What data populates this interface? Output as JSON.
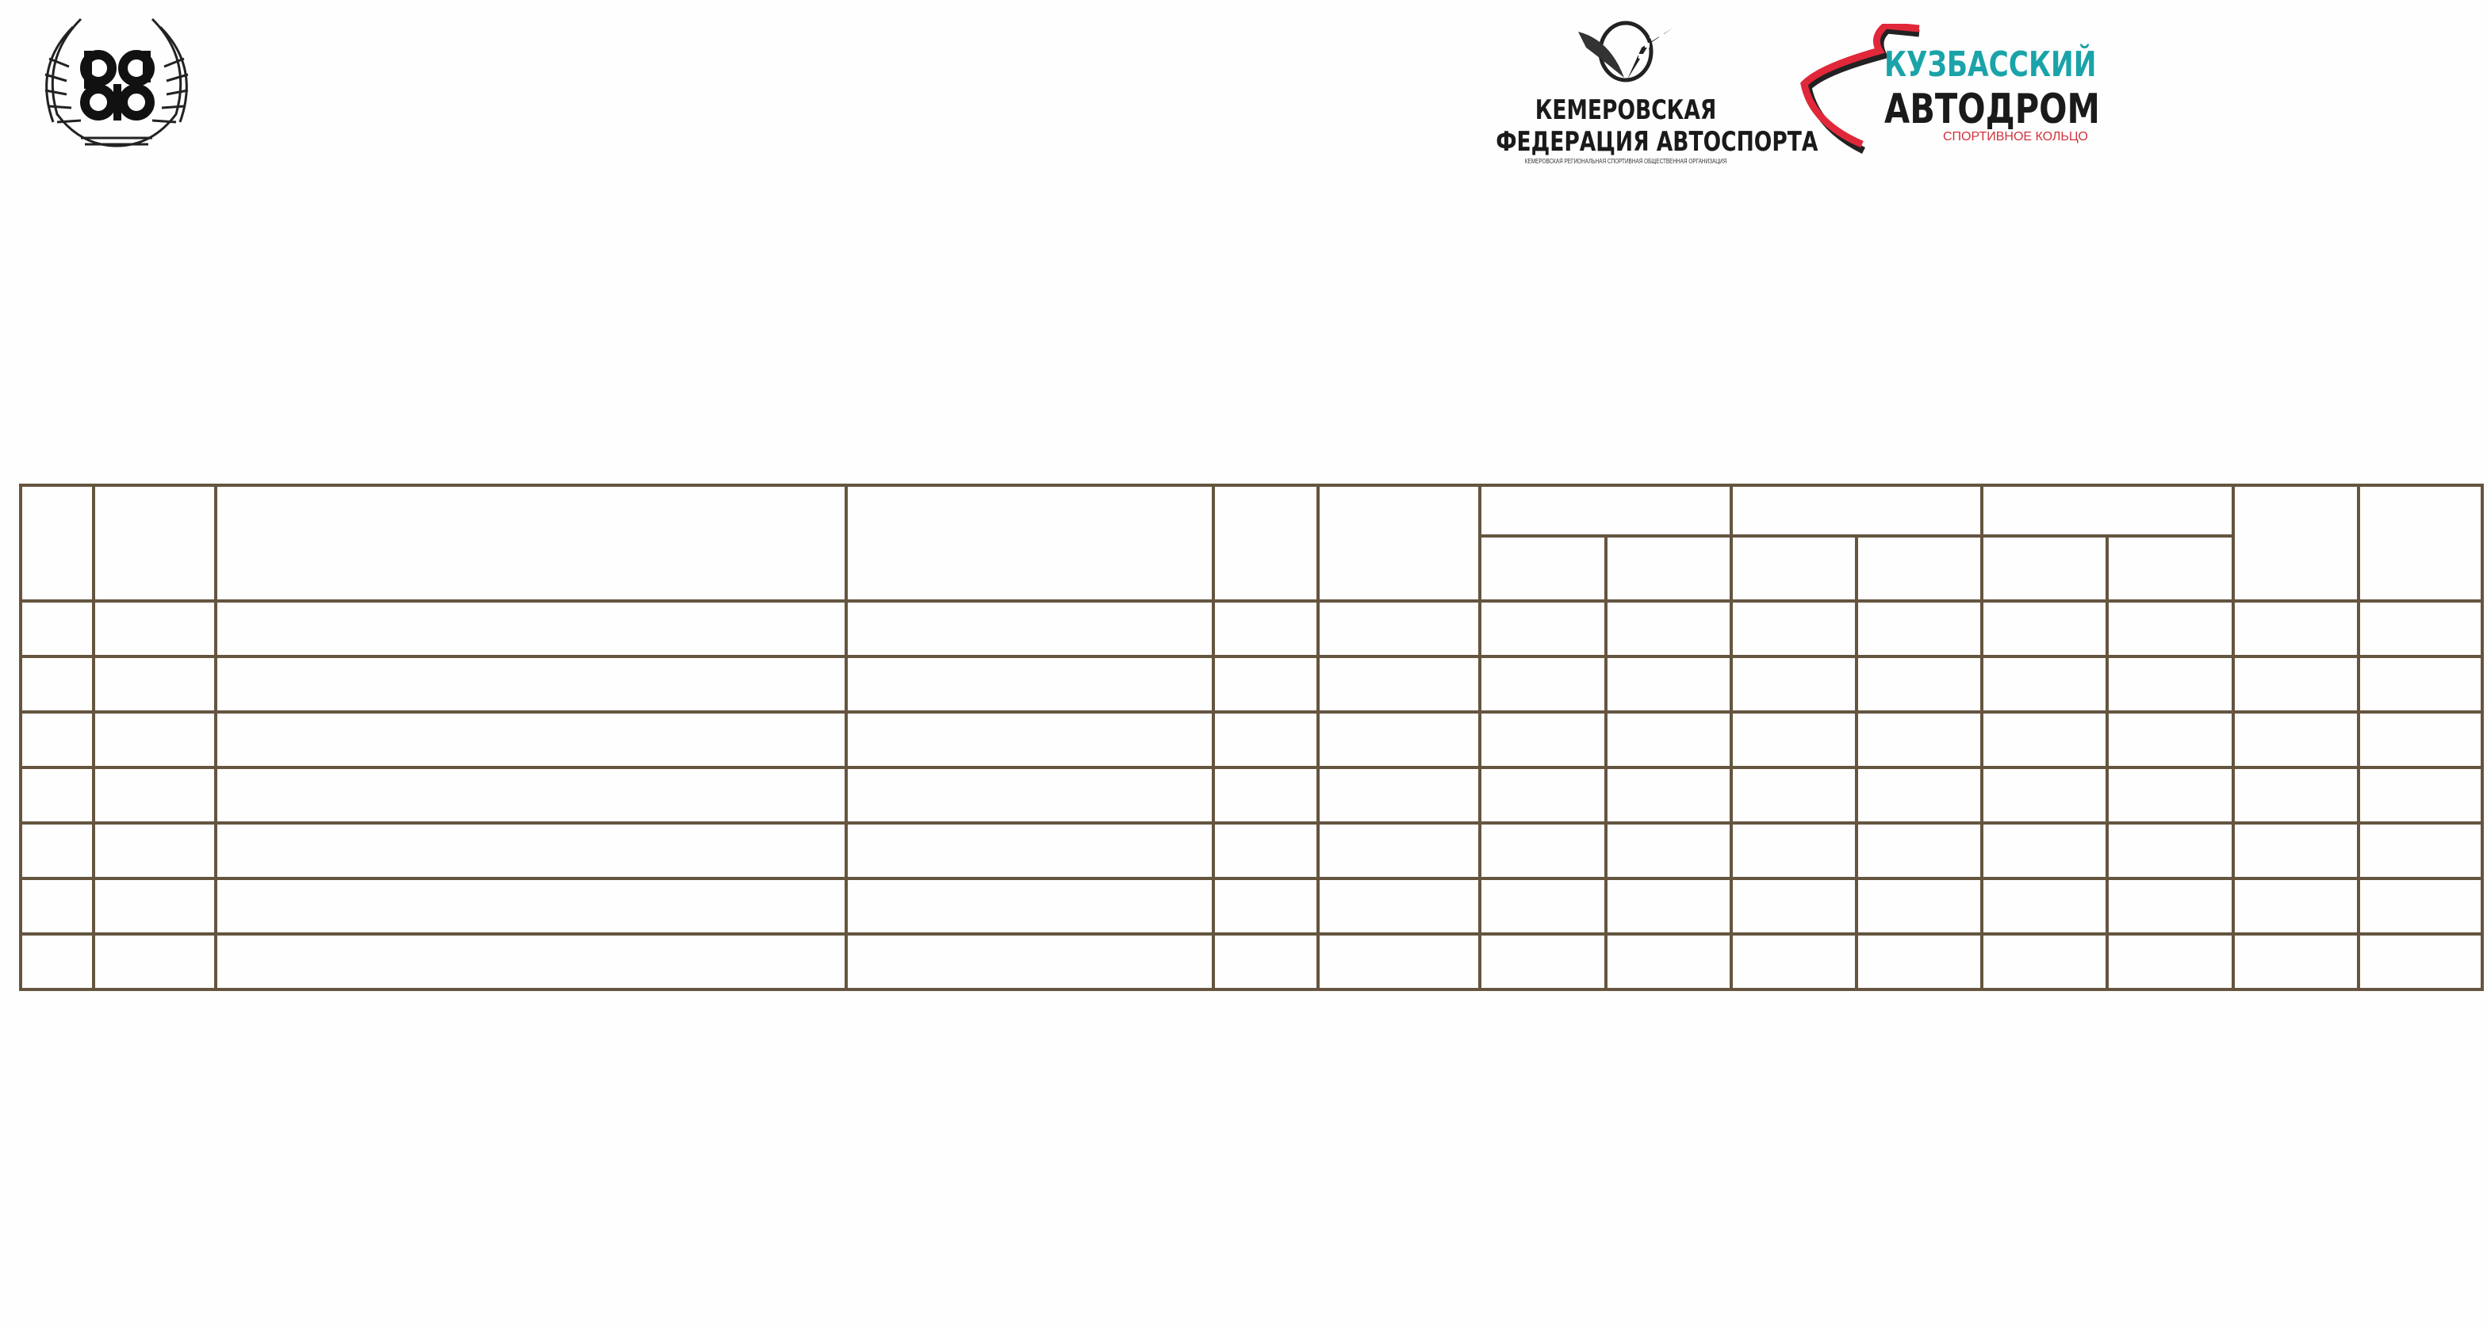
{
  "logos": {
    "rafp": {
      "lettering": "РАФ"
    },
    "kemerovo_federation": {
      "line1": "КЕМЕРОВСКАЯ",
      "line2": "ФЕДЕРАЦИЯ АВТОСПОРТА",
      "line3": "КЕМЕРОВСКАЯ РЕГИОНАЛЬНАЯ СПОРТИВНАЯ ОБЩЕСТВЕННАЯ ОРГАНИЗАЦИЯ"
    },
    "kuzbass_autodrom": {
      "line1": "КУЗБАССКИЙ",
      "line2": "АВТОДРОМ",
      "line3": "СПОРТИВНОЕ КОЛЬЦО"
    }
  },
  "colors": {
    "grid": "#65553f",
    "teal": "#1aa3a8",
    "red": "#e0283a"
  },
  "table": {
    "body_row_count": 7,
    "column_count": 14
  }
}
